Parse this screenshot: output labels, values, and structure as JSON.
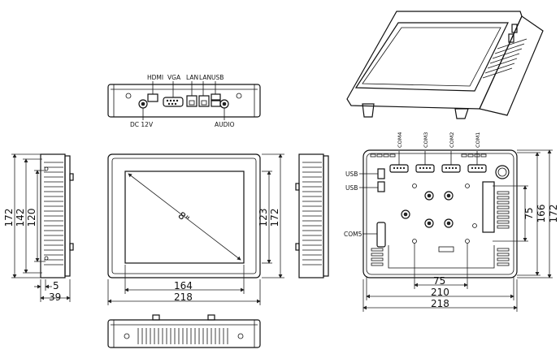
{
  "top_view": {
    "hdmi": "HDMI",
    "vga": "VGA",
    "lan1": "LAN",
    "lan2": "LAN",
    "usb": "USB",
    "dc": "DC 12V",
    "audio": "AUDIO"
  },
  "side_left": {
    "dim_172": "172",
    "dim_142": "142",
    "dim_120": "120",
    "dim_5": "5",
    "dim_39": "39"
  },
  "front": {
    "diagonal": "8\"",
    "dim_164": "164",
    "dim_218": "218",
    "dim_123": "123",
    "dim_172": "172"
  },
  "rear": {
    "com4": "COM4",
    "com3": "COM3",
    "com2": "COM2",
    "com1": "COM1",
    "usb1": "USB",
    "usb2": "USB",
    "com5": "COM5",
    "dim_75v": "75",
    "dim_166": "166",
    "dim_172": "172",
    "dim_75h": "75",
    "dim_210": "210",
    "dim_218": "218"
  }
}
